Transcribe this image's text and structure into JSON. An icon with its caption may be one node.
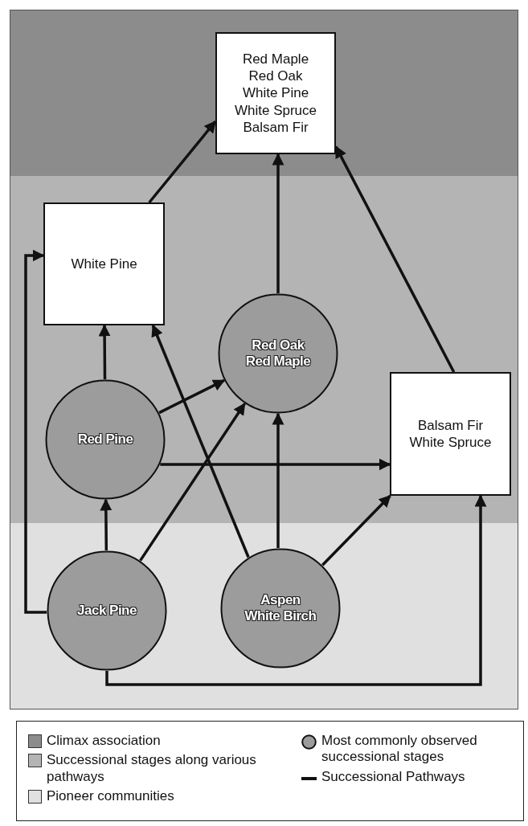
{
  "diagram": {
    "nodes": [
      {
        "text": [
          "Red Maple",
          "Red Oak",
          "White Pine",
          "White Spruce",
          "Balsam Fir"
        ]
      },
      {
        "text": [
          "White Pine"
        ]
      },
      {
        "text": [
          "Red Oak",
          "Red Maple"
        ]
      },
      {
        "text": [
          "Red Pine"
        ]
      },
      {
        "text": [
          "Balsam Fir",
          "White Spruce"
        ]
      },
      {
        "text": [
          "Jack Pine"
        ]
      },
      {
        "text": [
          "Aspen",
          "White Birch"
        ]
      }
    ],
    "edges": [
      {
        "from": 1,
        "to": 0,
        "arrow": "to"
      },
      {
        "from": 2,
        "to": 0,
        "arrow": "to"
      },
      {
        "from": 4,
        "to": 0,
        "arrow": "to"
      },
      {
        "from": 3,
        "to": 1,
        "arrow": "to"
      },
      {
        "from": 6,
        "to": 1,
        "arrow": "to"
      },
      {
        "from": 3,
        "to": 2,
        "arrow": "to"
      },
      {
        "from": 3,
        "to": 4,
        "arrow": "to"
      },
      {
        "from": 5,
        "to": 3,
        "arrow": "to"
      },
      {
        "from": 5,
        "to": 2,
        "arrow": "to"
      },
      {
        "from": 5,
        "to": 1,
        "arrow": "to"
      },
      {
        "from": 6,
        "to": 2,
        "arrow": "to"
      },
      {
        "from": 6,
        "to": 4,
        "arrow": "to"
      },
      {
        "from": 5,
        "to": 4,
        "arrow": "to"
      }
    ],
    "legend": [
      {
        "text": "Climax association",
        "color": "#8c8c8c"
      },
      {
        "text": "Successional stages along various pathways",
        "color": "#b4b4b4"
      },
      {
        "text": "Pioneer communities",
        "color": "#e0e0e0"
      },
      {
        "text": "Most commonly observed successional stages"
      },
      {
        "text": "Successional Pathways"
      }
    ]
  }
}
